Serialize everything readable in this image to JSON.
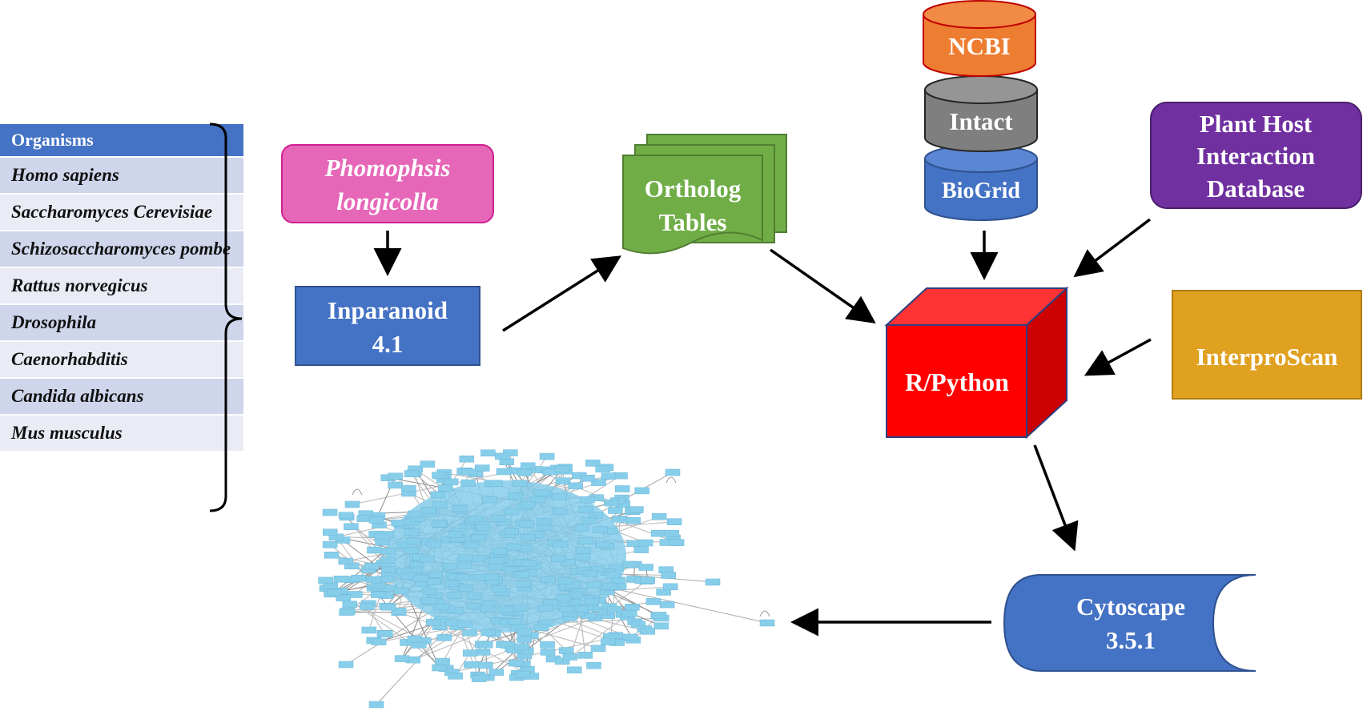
{
  "organisms_table": {
    "header": "Organisms",
    "rows": [
      "Homo sapiens",
      "Saccharomyces Cerevisiae",
      "Schizosaccharomyces pombe",
      "Rattus norvegicus",
      "Drosophila",
      "Caenorhabditis",
      "Candida albicans",
      "Mus musculus"
    ]
  },
  "nodes": {
    "phomophsis": {
      "line1": "Phomophsis",
      "line2": "longicolla"
    },
    "inparanoid": {
      "line1": "Inparanoid",
      "line2": "4.1"
    },
    "ortholog": {
      "line1": "Ortholog",
      "line2": "Tables"
    },
    "ncbi": "NCBI",
    "intact": "Intact",
    "biogrid": "BioGrid",
    "plant_host": {
      "line1": "Plant Host",
      "line2": "Interaction",
      "line3": "Database"
    },
    "rpython": "R/Python",
    "interproscan": "InterproScan",
    "cytoscape": {
      "line1": "Cytoscape",
      "line2": "3.5.1"
    }
  },
  "colors": {
    "table_header": "#4472c4",
    "table_row_dark": "#cfd5ea",
    "table_row_light": "#e9ebf5",
    "phomophsis": "#e667b8",
    "inparanoid": "#4472c4",
    "ortholog": "#70ad47",
    "ncbi": "#ed7d31",
    "intact": "#7f7f7f",
    "biogrid": "#4472c4",
    "plant_host": "#7030a0",
    "rpython": "#ff0000",
    "interproscan": "#e0a020",
    "cytoscape": "#4472c4",
    "network_node": "#87ceeb"
  }
}
